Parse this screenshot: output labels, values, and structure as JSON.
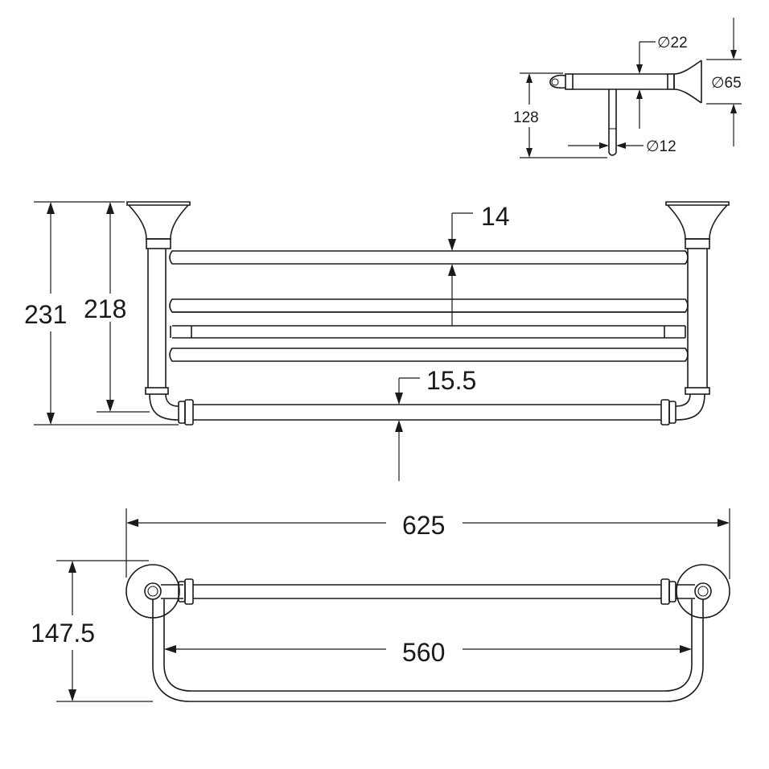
{
  "dimensions": {
    "d22": "∅22",
    "d65": "∅65",
    "d12": "∅12",
    "h128": "128",
    "h231": "231",
    "h218": "218",
    "t14": "14",
    "t15_5": "15.5",
    "w625": "625",
    "w560": "560",
    "d147_5": "147.5"
  }
}
